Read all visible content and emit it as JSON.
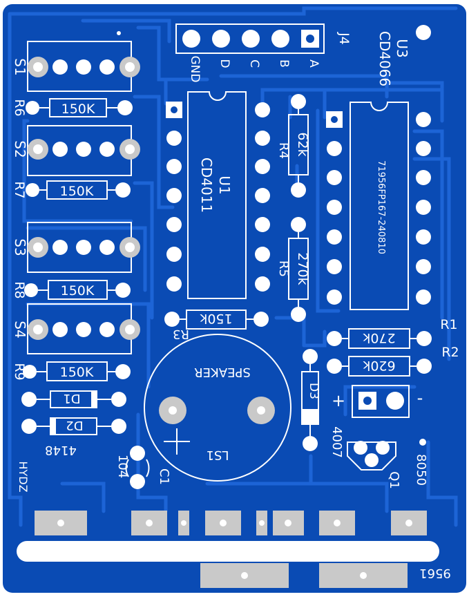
{
  "board": {
    "colors": {
      "mask": "#0a4bb4",
      "trace": "#1d64d6",
      "silk": "#ffffff",
      "pad": "#c9c9c9",
      "padHole": "#ffffff",
      "outline": "#0a3f99"
    }
  },
  "labels": {
    "s1": "S1",
    "s2": "S2",
    "s3": "S3",
    "s4": "S4",
    "r6": "R6",
    "r7": "R7",
    "r8": "R8",
    "r9": "R9",
    "r3": "R3",
    "r4": "R4",
    "r5": "R5",
    "r1": "R1",
    "r2": "R2",
    "j4": "J4",
    "u3": "U3",
    "cd4066": "CD4066",
    "u1": "U1",
    "cd4011": "CD4011",
    "pin_gnd": "GND",
    "pin_d": "D",
    "pin_c": "C",
    "pin_b": "B",
    "pin_a": "A",
    "res_150k": "150K",
    "res_150k_lower": "150k",
    "res_62k": "62k",
    "res_270k": "270k",
    "res_620k": "620k",
    "ic_code": "71956FP167-240810",
    "speaker": "SPEAKER",
    "ls1": "LS1",
    "d1": "D1",
    "d2": "D2",
    "d3": "D3",
    "diode_1n4148": "4148",
    "diode_4007": "4007",
    "c1": "C1",
    "c1_val": "104",
    "q1": "Q1",
    "q1_type": "8050",
    "plus": "+",
    "minus": "-",
    "brand": "HYDZ",
    "model": "9561"
  }
}
